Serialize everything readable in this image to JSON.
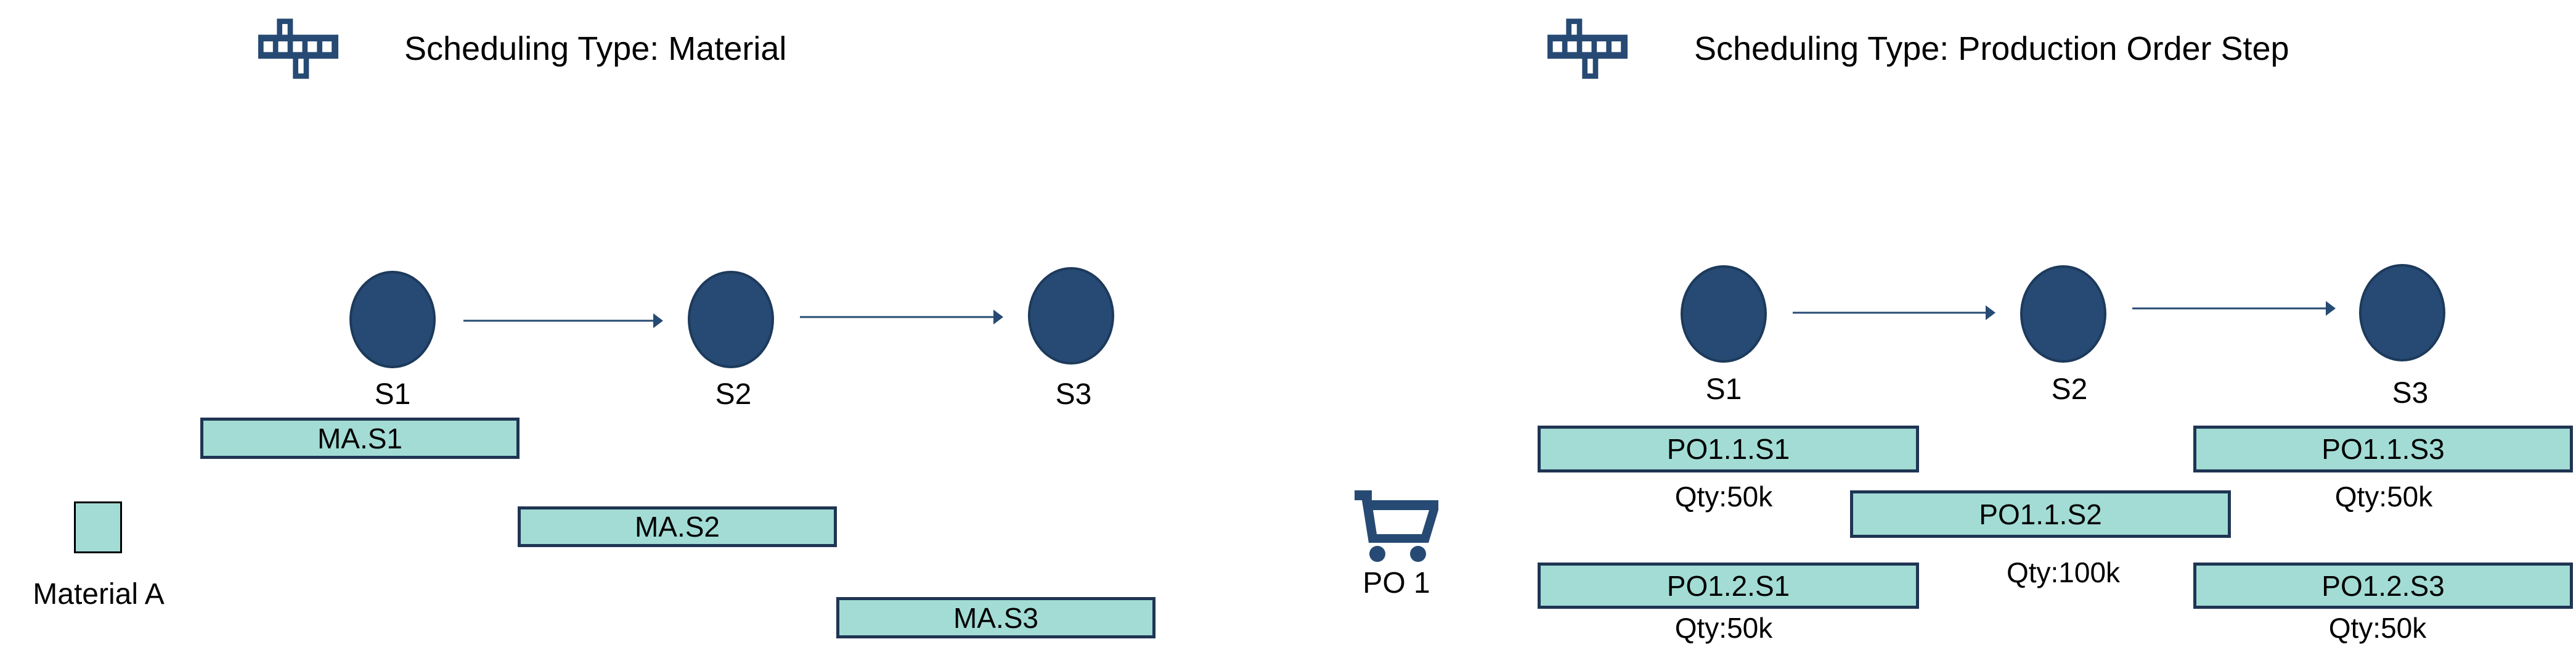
{
  "colors": {
    "node": "#264a73",
    "bar_fill": "#a2dcd5",
    "bar_border": "#1f3553"
  },
  "left": {
    "icon": "network-blocks-icon",
    "title": "Scheduling Type: Material",
    "steps": [
      "S1",
      "S2",
      "S3"
    ],
    "bars": [
      "MA.S1",
      "MA.S2",
      "MA.S3"
    ],
    "material_label": "Material A"
  },
  "right": {
    "icon": "network-blocks-icon",
    "title": "Scheduling Type: Production Order Step",
    "steps": [
      "S1",
      "S2",
      "S3"
    ],
    "order_icon": "shopping-cart-icon",
    "order_label": "PO 1",
    "bars": [
      {
        "label": "PO1.1.S1",
        "qty": "Qty:50k"
      },
      {
        "label": "PO1.1.S2",
        "qty": "Qty:100k"
      },
      {
        "label": "PO1.1.S3",
        "qty": "Qty:50k"
      },
      {
        "label": "PO1.2.S1",
        "qty": "Qty:50k"
      },
      {
        "label": "PO1.2.S3",
        "qty": "Qty:50k"
      }
    ]
  }
}
